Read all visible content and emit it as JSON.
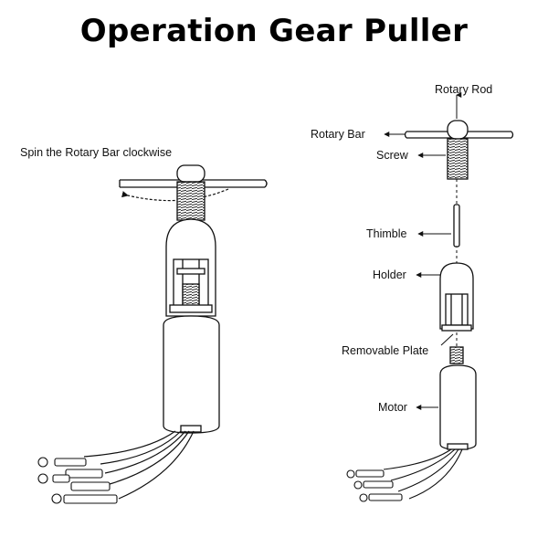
{
  "title": "Operation Gear Puller",
  "left": {
    "instruction": "Spin the Rotary Bar clockwise"
  },
  "right": {
    "labels": {
      "rotary_rod": "Rotary Rod",
      "rotary_bar": "Rotary Bar",
      "screw": "Screw",
      "thimble": "Thimble",
      "holder": "Holder",
      "removable_plate": "Removable Plate",
      "motor": "Motor"
    }
  },
  "colors": {
    "line": "#111111",
    "background": "#ffffff"
  }
}
